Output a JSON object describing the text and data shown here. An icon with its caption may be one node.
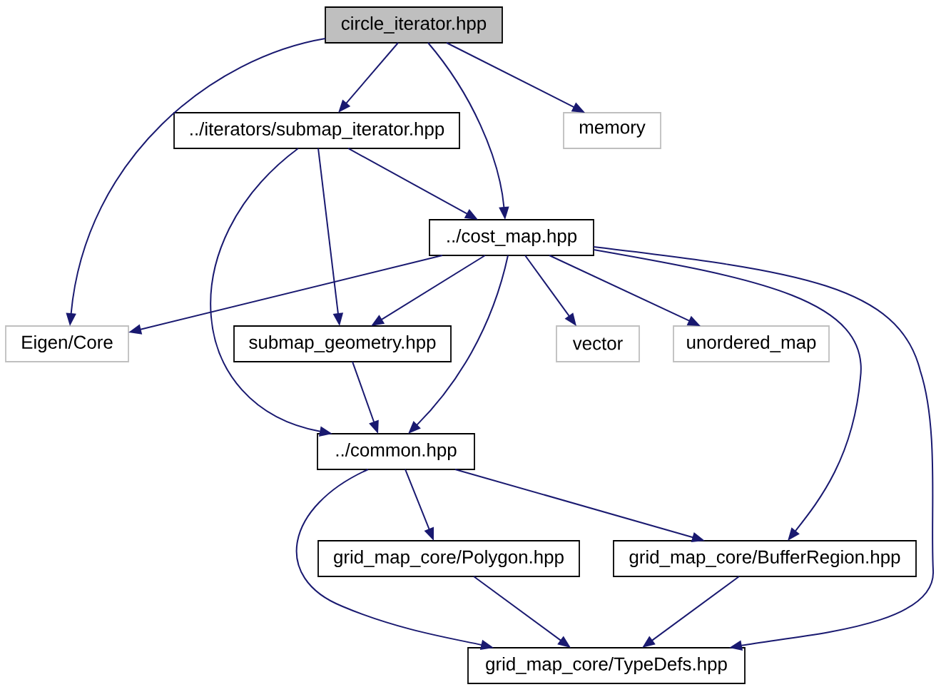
{
  "diagram": {
    "nodes": [
      {
        "text": [
          "circle_iterator.hpp"
        ]
      },
      {
        "text": [
          "../iterators/submap_iterator.hpp"
        ]
      },
      {
        "text": [
          "memory"
        ]
      },
      {
        "text": [
          "../cost_map.hpp"
        ]
      },
      {
        "text": [
          "Eigen/Core"
        ]
      },
      {
        "text": [
          "submap_geometry.hpp"
        ]
      },
      {
        "text": [
          "vector"
        ]
      },
      {
        "text": [
          "unordered_map"
        ]
      },
      {
        "text": [
          "../common.hpp"
        ]
      },
      {
        "text": [
          "grid_map_core/Polygon.hpp"
        ]
      },
      {
        "text": [
          "grid_map_core/BufferRegion.hpp"
        ]
      },
      {
        "text": [
          "grid_map_core/TypeDefs.hpp"
        ]
      }
    ],
    "edges": [
      {
        "from": 0,
        "to": 1,
        "arrow": "to"
      },
      {
        "from": 0,
        "to": 4,
        "arrow": "to"
      },
      {
        "from": 0,
        "to": 3,
        "arrow": "to"
      },
      {
        "from": 0,
        "to": 2,
        "arrow": "to"
      },
      {
        "from": 1,
        "to": 3,
        "arrow": "to"
      },
      {
        "from": 1,
        "to": 5,
        "arrow": "to"
      },
      {
        "from": 1,
        "to": 8,
        "arrow": "to"
      },
      {
        "from": 3,
        "to": 4,
        "arrow": "to"
      },
      {
        "from": 3,
        "to": 5,
        "arrow": "to"
      },
      {
        "from": 3,
        "to": 8,
        "arrow": "to"
      },
      {
        "from": 3,
        "to": 6,
        "arrow": "to"
      },
      {
        "from": 3,
        "to": 7,
        "arrow": "to"
      },
      {
        "from": 3,
        "to": 10,
        "arrow": "to"
      },
      {
        "from": 3,
        "to": 11,
        "arrow": "to"
      },
      {
        "from": 5,
        "to": 8,
        "arrow": "to"
      },
      {
        "from": 8,
        "to": 9,
        "arrow": "to"
      },
      {
        "from": 8,
        "to": 10,
        "arrow": "to"
      },
      {
        "from": 8,
        "to": 11,
        "arrow": "to"
      },
      {
        "from": 9,
        "to": 11,
        "arrow": "to"
      },
      {
        "from": 10,
        "to": 11,
        "arrow": "to"
      }
    ]
  }
}
